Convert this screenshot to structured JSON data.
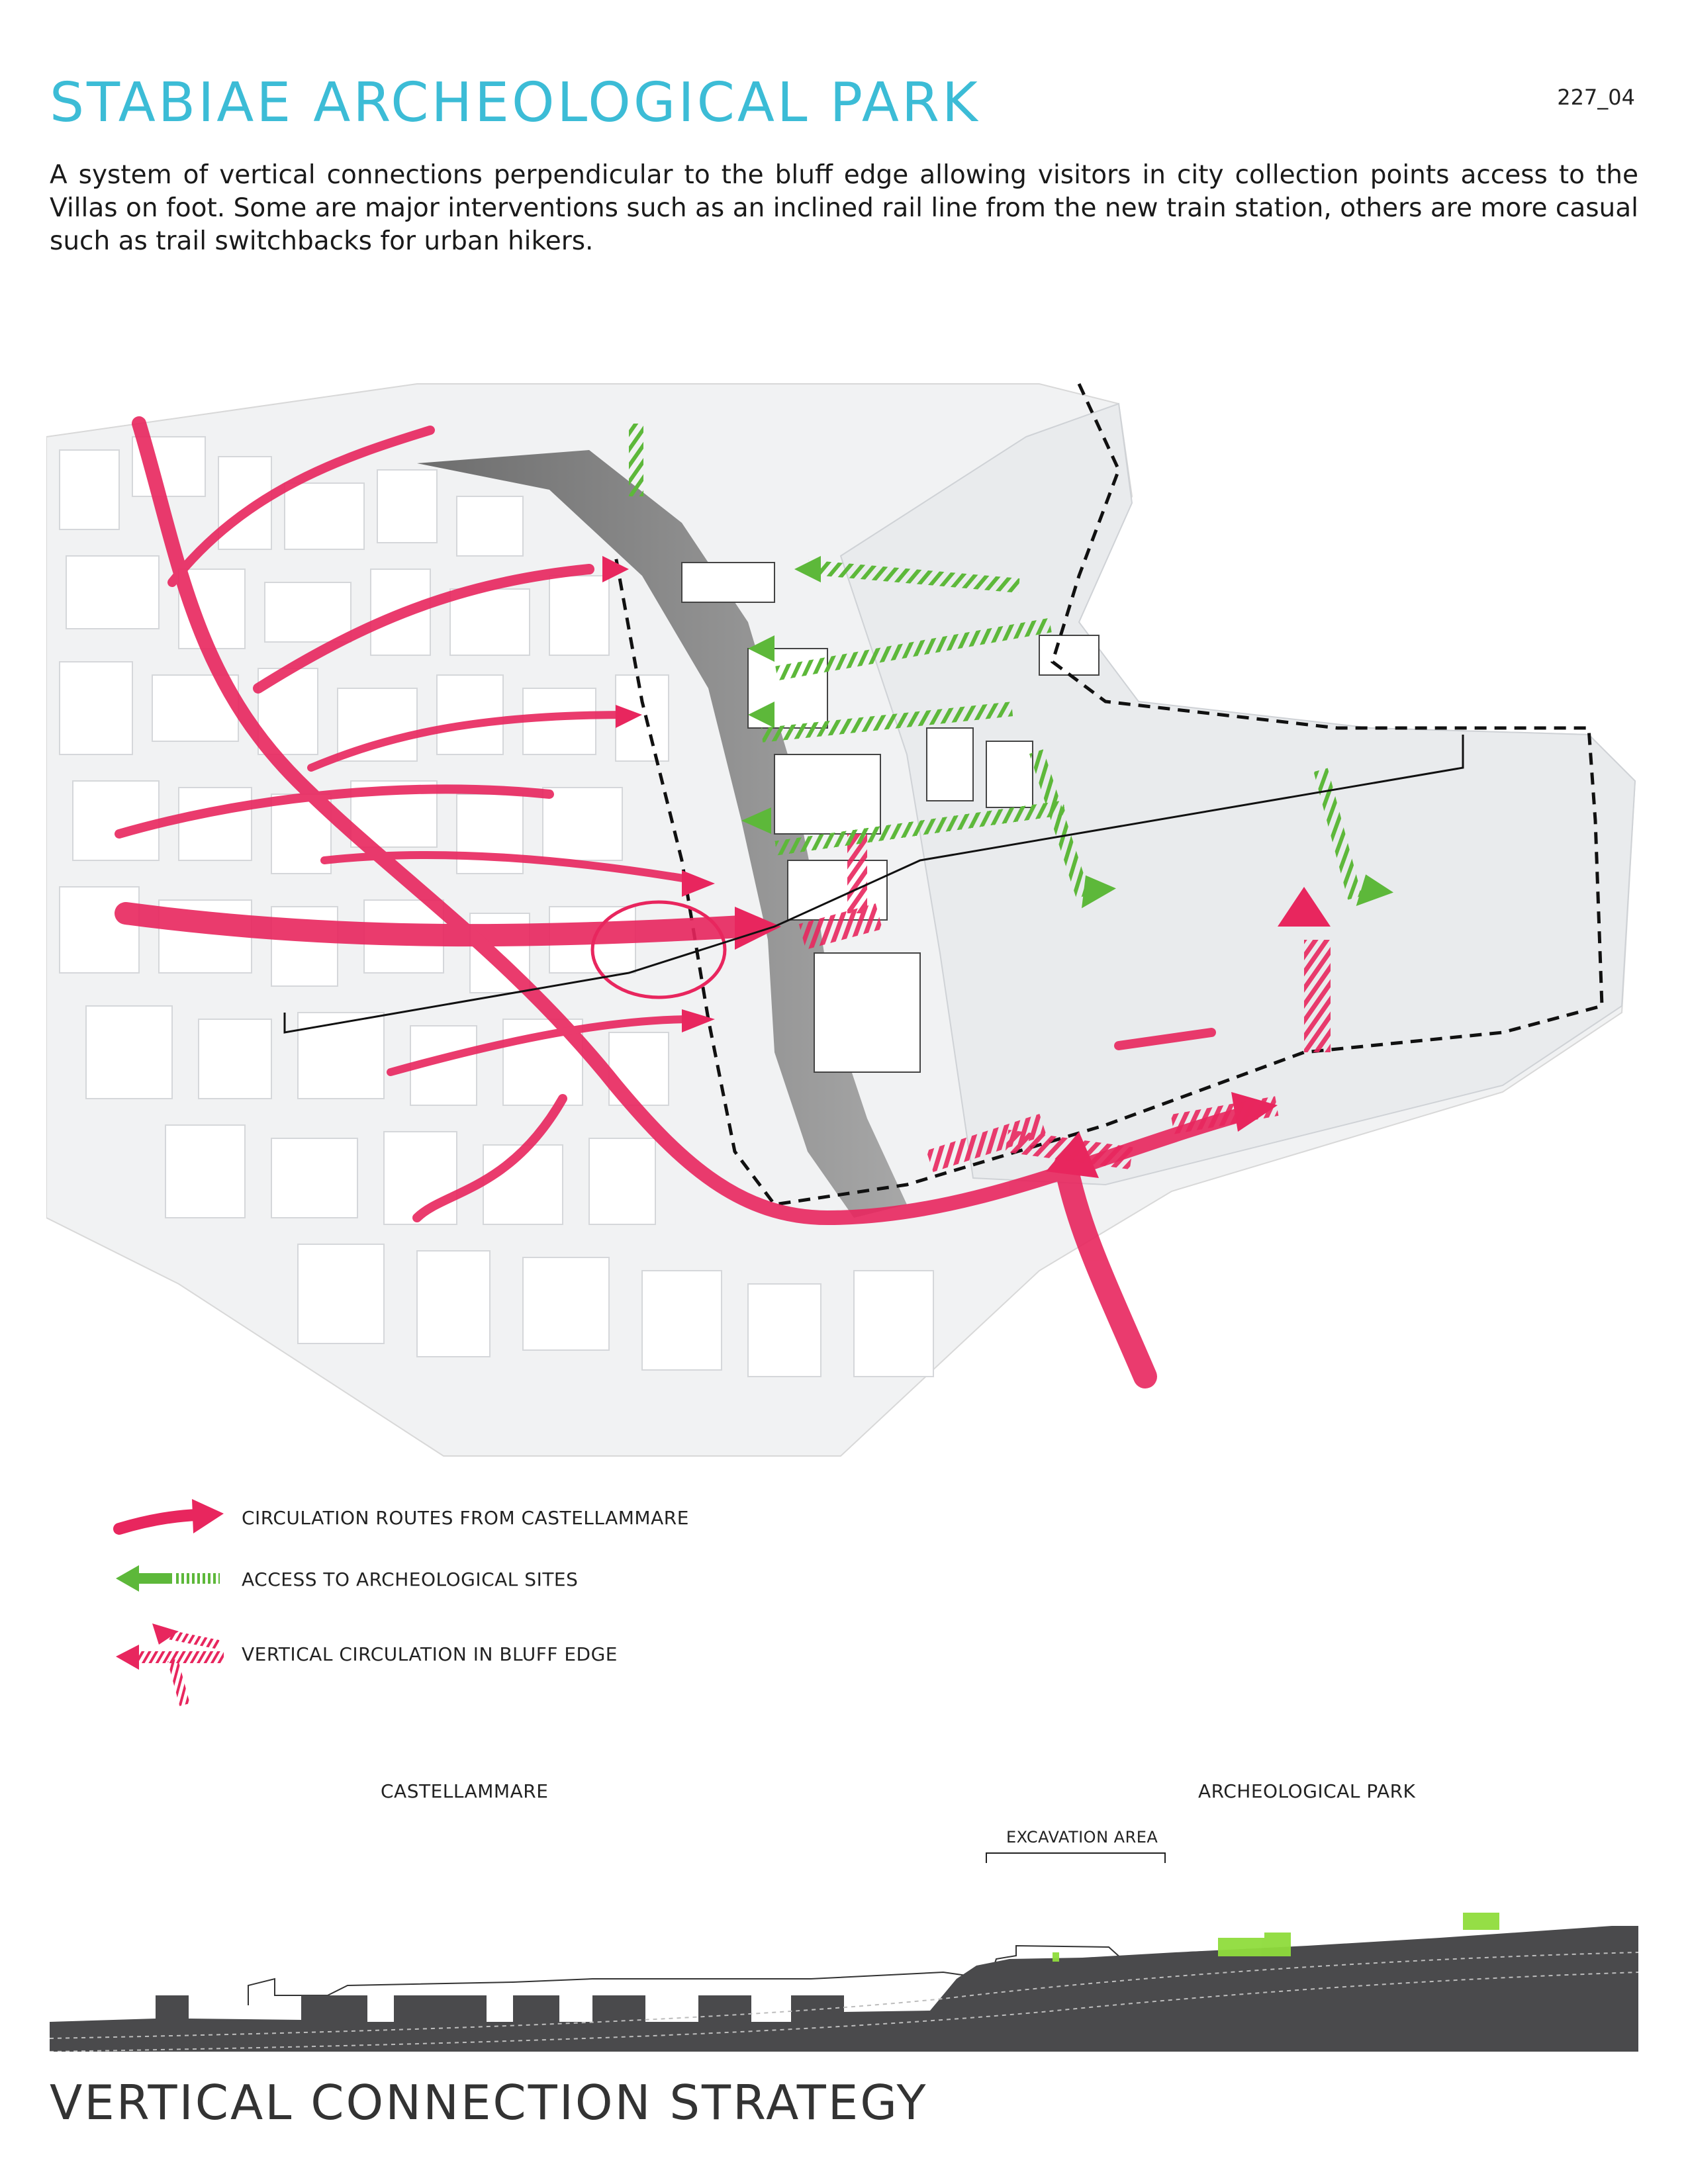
{
  "header": {
    "title": "STABIAE ARCHEOLOGICAL PARK",
    "sheet_number": "227_04",
    "intro": "A system of vertical connections perpendicular to the bluff edge allowing visitors in city collection points access to the Villas on foot. Some are major interventions such as an inclined rail line from the new train station, others are more casual such as trail switchbacks for urban hikers."
  },
  "legend": {
    "items": [
      {
        "label": "CIRCULATION ROUTES FROM CASTELLAMMARE",
        "icon": "pink-solid-arrow-icon"
      },
      {
        "label": "ACCESS TO ARCHEOLOGICAL SITES",
        "icon": "green-dashed-arrow-icon"
      },
      {
        "label": "VERTICAL CIRCULATION IN BLUFF EDGE",
        "icon": "pink-hatched-arrow-icon"
      }
    ]
  },
  "section": {
    "label_left": "CASTELLAMMARE",
    "label_right": "ARCHEOLOGICAL PARK",
    "label_excavation": "EXCAVATION AREA"
  },
  "footer": {
    "title": "VERTICAL CONNECTION STRATEGY"
  },
  "colors": {
    "title_cyan": "#3cbcd6",
    "circulation_pink": "#e8265e",
    "access_green": "#5db83a",
    "terrain_dark": "#4a4a4c",
    "highlight_lime": "#8fdc3c"
  }
}
